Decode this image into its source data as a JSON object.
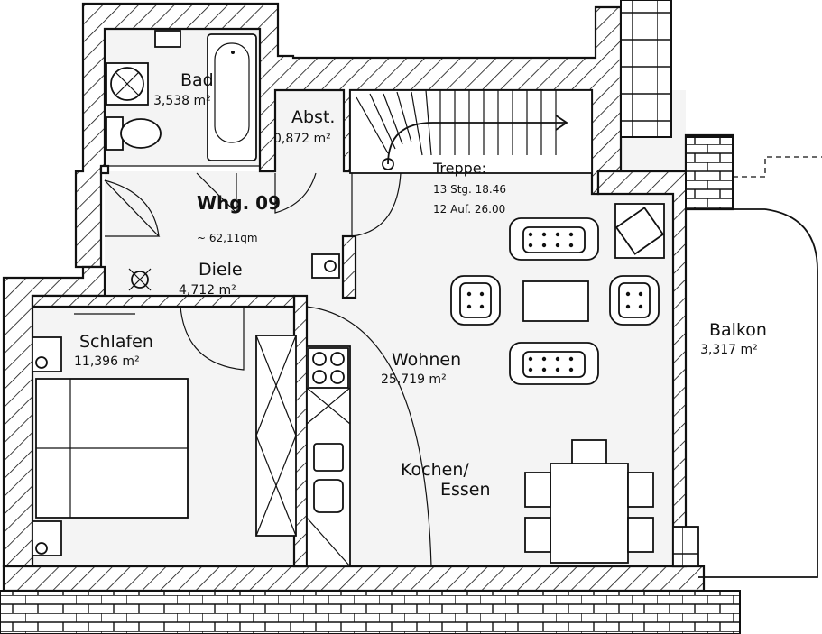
{
  "plan": {
    "unit": {
      "name": "Whg. 09",
      "area": "~ 62,11qm"
    },
    "rooms": {
      "bad": {
        "name": "Bad",
        "area": "3,538 m²"
      },
      "abst": {
        "name": "Abst.",
        "area": "0,872 m²"
      },
      "treppe": {
        "name": "Treppe:",
        "line1": "13 Stg. 18.46",
        "line2": "12 Auf. 26.00"
      },
      "diele": {
        "name": "Diele",
        "area": "4,712 m²"
      },
      "schlafen": {
        "name": "Schlafen",
        "area": "11,396 m²"
      },
      "wohnen": {
        "name": "Wohnen",
        "area": "25,719 m²"
      },
      "kochen": {
        "line1": "Kochen/",
        "line2": "Essen"
      },
      "balkon": {
        "name": "Balkon",
        "area": "3,317 m²"
      }
    }
  }
}
